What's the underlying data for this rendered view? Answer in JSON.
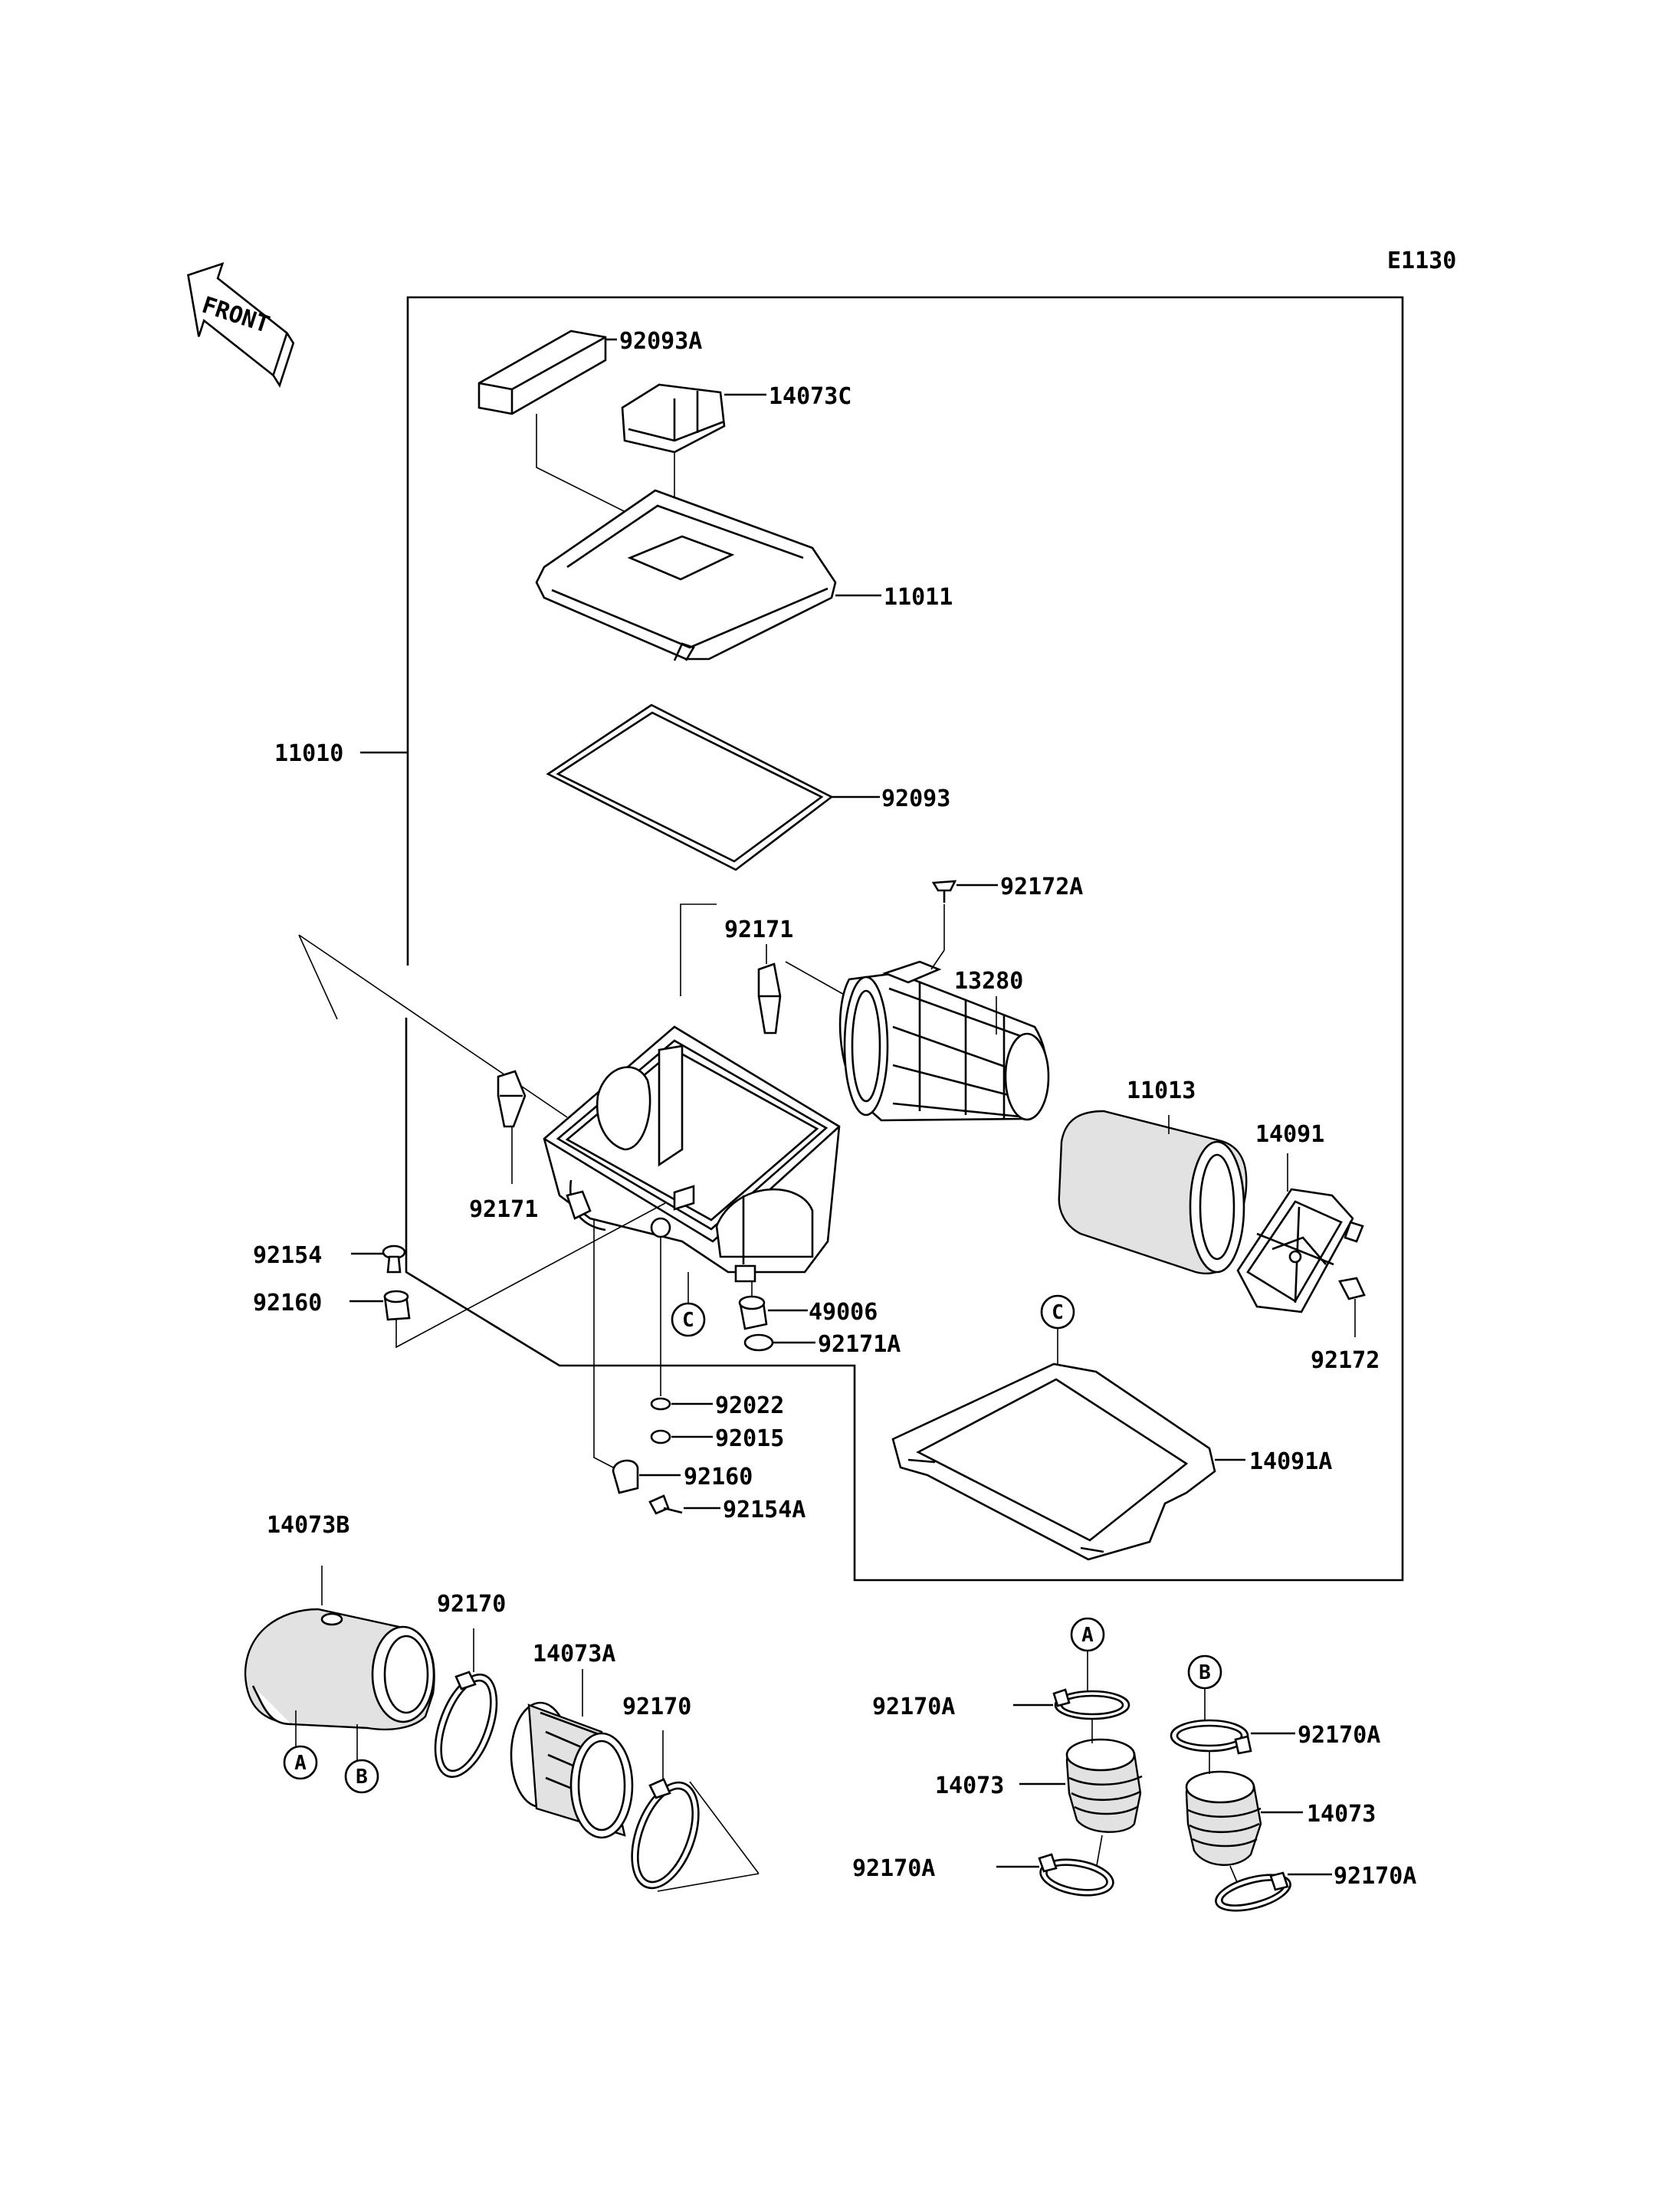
{
  "diagram_code": "E1130",
  "front_label": "FRONT",
  "callouts": {
    "a": "A",
    "b": "B",
    "c": "C"
  },
  "parts": {
    "p92093A": "92093A",
    "p14073C": "14073C",
    "p11011": "11011",
    "p11010": "11010",
    "p92093": "92093",
    "p92172A": "92172A",
    "p92171_top": "92171",
    "p13280": "13280",
    "p11013": "11013",
    "p14091": "14091",
    "p92171_left": "92171",
    "p92154": "92154",
    "p92160_left": "92160",
    "p49006": "49006",
    "p92171A": "92171A",
    "p92172": "92172",
    "p92022": "92022",
    "p92015": "92015",
    "p14091A": "14091A",
    "p92160_bottom": "92160",
    "p92154A": "92154A",
    "p14073B": "14073B",
    "p92170_a": "92170",
    "p14073A": "14073A",
    "p92170_b": "92170",
    "p92170A_1": "92170A",
    "p14073_1": "14073",
    "p92170A_2": "92170A",
    "p92170A_3": "92170A",
    "p14073_2": "14073",
    "p92170A_4": "92170A"
  }
}
